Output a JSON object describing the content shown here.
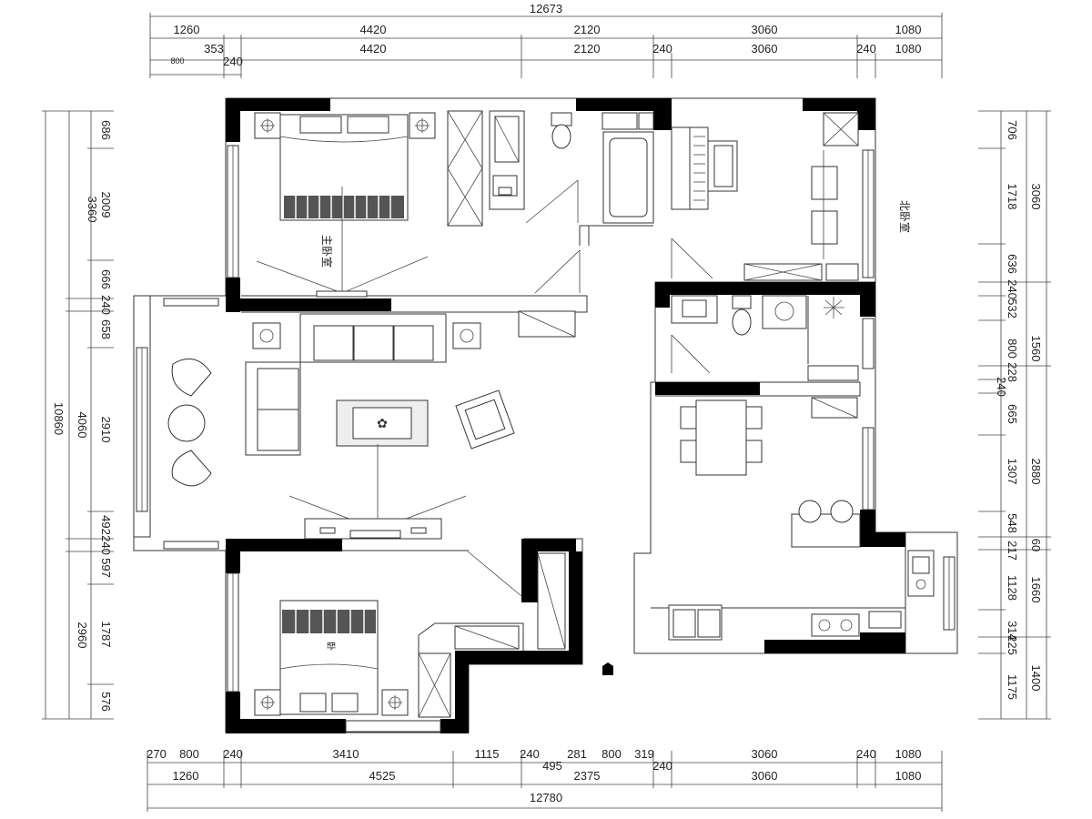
{
  "dimensions": {
    "top_total": "12673",
    "top_row1": [
      "1260",
      "4420",
      "2120",
      "3060",
      "1080"
    ],
    "top_row2": [
      "353",
      "4420",
      "2120",
      "240",
      "3060",
      "240",
      "1080"
    ],
    "top_row3": [
      "800",
      "240"
    ],
    "bottom_row1": [
      "270",
      "800",
      "240",
      "3410",
      "1115",
      "240",
      "495",
      "281",
      "800",
      "319",
      "3060",
      "240",
      "1080"
    ],
    "bottom_row2": [
      "1260",
      "4525",
      "2375",
      "240",
      "3060",
      "1080"
    ],
    "bottom_total": "12780",
    "left_outer": [
      "3360",
      "10860",
      "4060",
      "2960"
    ],
    "left_inner": [
      "686",
      "2009",
      "666",
      "240",
      "658",
      "2910",
      "492",
      "240",
      "597",
      "1787",
      "576"
    ],
    "right_inner": [
      "706",
      "1718",
      "636",
      "240",
      "532",
      "800",
      "228",
      "240",
      "665",
      "1307",
      "548",
      "217",
      "1128",
      "314",
      "225",
      "1175"
    ],
    "right_outer": [
      "3060",
      "1560",
      "2880",
      "60",
      "1660",
      "1400"
    ]
  },
  "rooms": {
    "master_bedroom": "主卧室",
    "north_bedroom": "北卧室",
    "second_bedroom": "卧"
  }
}
